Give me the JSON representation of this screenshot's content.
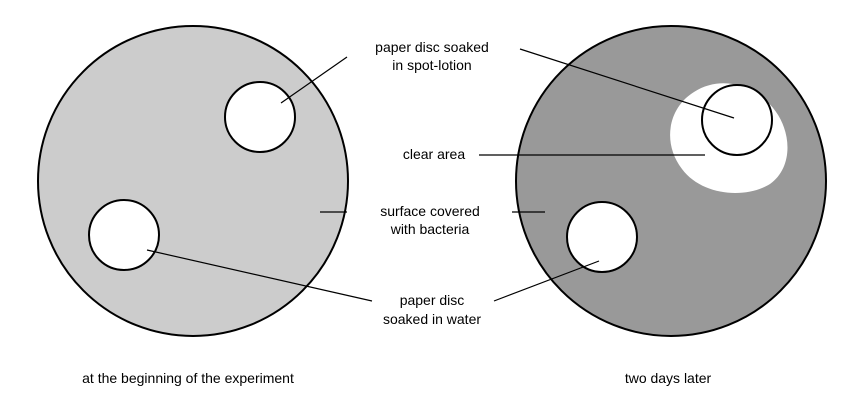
{
  "colors": {
    "background": "#ffffff",
    "dish_start": "#cccccc",
    "dish_later": "#999999",
    "disc": "#ffffff",
    "clear_area": "#ffffff",
    "outline": "#000000"
  },
  "labels": {
    "disc_spot_lotion_line1": "paper disc soaked",
    "disc_spot_lotion_line2": "in spot-lotion",
    "clear_area": "clear area",
    "bacteria_line1": "surface covered",
    "bacteria_line2": "with bacteria",
    "disc_water_line1": "paper disc",
    "disc_water_line2": "soaked in water"
  },
  "captions": {
    "start": "at the beginning of the experiment",
    "later": "two days later"
  }
}
